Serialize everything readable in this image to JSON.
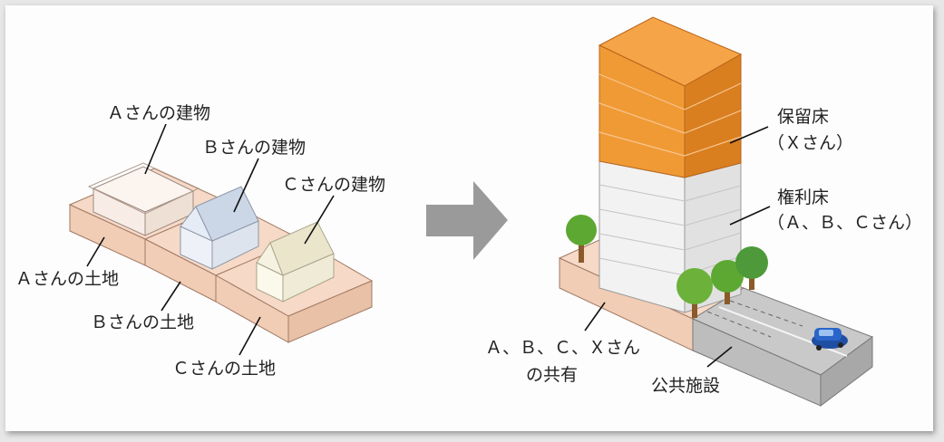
{
  "labels": {
    "a_building": "Ａさんの建物",
    "b_building": "Ｂさんの建物",
    "c_building": "Ｃさんの建物",
    "a_land": "Ａさんの土地",
    "b_land": "Ｂさんの土地",
    "c_land": "Ｃさんの土地",
    "reserved_floor_line1": "保留床",
    "reserved_floor_line2": "（Ｘさん）",
    "rights_floor_line1": "権利床",
    "rights_floor_line2": "（Ａ、Ｂ、Ｃさん）",
    "shared_line1": "Ａ、Ｂ、Ｃ、Ｘさん",
    "shared_line2": "の共有",
    "public_facility": "公共施設"
  },
  "colors": {
    "land_top": "#f6d9c6",
    "land_side": "#e9c1a6",
    "orange_front": "#f09a36",
    "orange_side": "#d97f20",
    "white_front": "#f2f2f2",
    "white_side": "#e1e1e1",
    "road_top": "#c9c9c9",
    "road_side": "#a8a8a8",
    "tree": "#6bb13a",
    "car": "#2a66c9",
    "arrow": "#9a9a9a"
  }
}
